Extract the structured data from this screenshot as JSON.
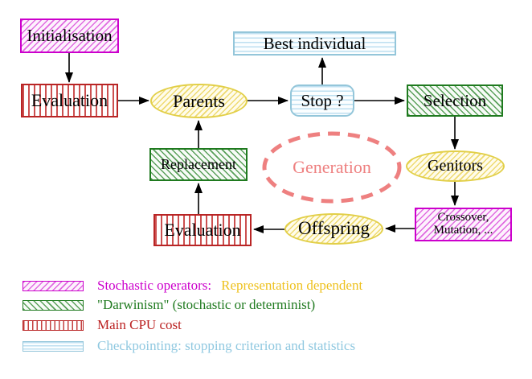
{
  "nodes": {
    "initialisation": "Initialisation",
    "evaluation_top": "Evaluation",
    "parents": "Parents",
    "best_individual": "Best individual",
    "stop": "Stop ?",
    "selection": "Selection",
    "genitors": "Genitors",
    "replacement": "Replacement",
    "evaluation_bottom": "Evaluation",
    "offspring": "Offspring",
    "crossover_line1": "Crossover,",
    "crossover_line2": "Mutation, ...",
    "generation": "Generation"
  },
  "legend": {
    "items": [
      {
        "swatch": "magenta-diagonal-hatch",
        "parts": [
          {
            "text": "Stochastic operators:",
            "color": "#cc00cc"
          },
          {
            "text": "Representation dependent",
            "color": "#eec11e"
          }
        ]
      },
      {
        "swatch": "green-diagonal-hatch",
        "parts": [
          {
            "text": "\"Darwinism\" (stochastic or determinist)",
            "color": "#1f7a1f"
          }
        ]
      },
      {
        "swatch": "red-vertical-stripes",
        "parts": [
          {
            "text": "Main CPU cost",
            "color": "#bb2222"
          }
        ]
      },
      {
        "swatch": "cyan-horizontal-stripes",
        "parts": [
          {
            "text": "Checkpointing: stopping criterion and statistics",
            "color": "#8fc8e0"
          }
        ]
      }
    ]
  },
  "colors": {
    "stochastic_magenta": "#cc00cc",
    "darwinism_green": "#1f7a1f",
    "cpu_red": "#bb2222",
    "checkpoint_cyan_border": "#94c6da",
    "checkpoint_cyan_text": "#8fc8e0",
    "yellow_ellipse_border": "#e2cf48",
    "generation_salmon": "#ee8080",
    "representation_gold": "#eec11e",
    "arrow_black": "#000000"
  }
}
